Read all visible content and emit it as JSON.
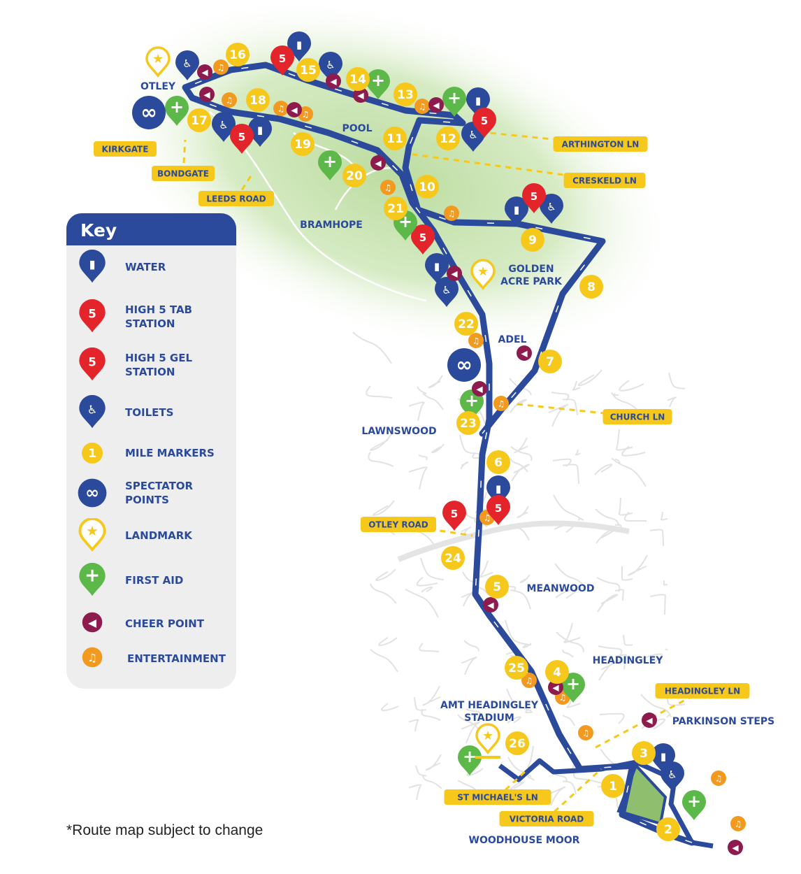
{
  "colors": {
    "route": "#2b4a9c",
    "mile": "#f7c81c",
    "aid": "#5cb848",
    "tab": "#e3242b",
    "cheer": "#8e1b4e",
    "entertainment": "#f29a1f",
    "greenery": "#cfe6b8"
  },
  "key": {
    "title": "Key",
    "items": [
      {
        "type": "water",
        "label": "WATER"
      },
      {
        "type": "tab",
        "label": "HIGH 5 TAB\nSTATION"
      },
      {
        "type": "gel",
        "label": "HIGH 5 GEL\nSTATION"
      },
      {
        "type": "toilets",
        "label": "TOILETS"
      },
      {
        "type": "mile",
        "label": "MILE MARKERS",
        "sample": "1"
      },
      {
        "type": "spectator",
        "label": "SPECTATOR\nPOINTS"
      },
      {
        "type": "landmark",
        "label": "LANDMARK"
      },
      {
        "type": "aid",
        "label": "FIRST AID"
      },
      {
        "type": "cheer",
        "label": "CHEER POINT"
      },
      {
        "type": "entertainment",
        "label": "ENTERTAINMENT"
      }
    ]
  },
  "mile_markers": [
    "1",
    "2",
    "3",
    "4",
    "5",
    "6",
    "7",
    "8",
    "9",
    "10",
    "11",
    "12",
    "13",
    "14",
    "15",
    "16",
    "17",
    "18",
    "19",
    "20",
    "21",
    "22",
    "23",
    "24",
    "25",
    "26"
  ],
  "places": [
    "OTLEY",
    "POOL",
    "BRAMHOPE",
    "GOLDEN",
    "ACRE PARK",
    "ADEL",
    "LAWNSWOOD",
    "MEANWOOD",
    "HEADINGLEY",
    "AMT HEADINGLEY",
    "STADIUM",
    "PARKINSON STEPS",
    "WOODHOUSE MOOR"
  ],
  "roads": [
    "KIRKGATE",
    "BONDGATE",
    "LEEDS ROAD",
    "ARTHINGTON LN",
    "CRESKELD LN",
    "CHURCH LN",
    "OTLEY ROAD",
    "HEADINGLEY LN",
    "ST MICHAEL'S LN",
    "VICTORIA ROAD"
  ],
  "footnote": "*Route map subject to change"
}
